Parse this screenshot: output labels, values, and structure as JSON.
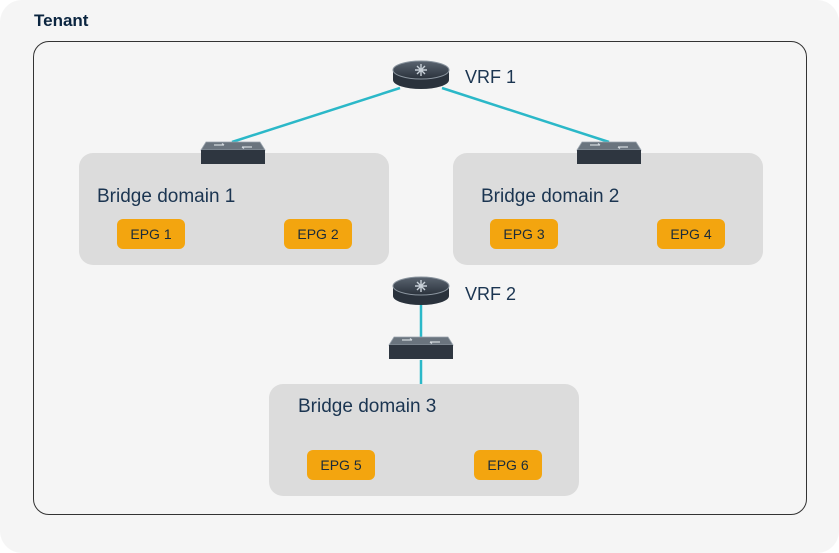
{
  "tenant": {
    "label": "Tenant"
  },
  "vrfs": [
    {
      "label": "VRF 1"
    },
    {
      "label": "VRF 2"
    }
  ],
  "bridge_domains": [
    {
      "label": "Bridge domain 1",
      "epgs": [
        "EPG 1",
        "EPG 2"
      ]
    },
    {
      "label": "Bridge domain 2",
      "epgs": [
        "EPG 3",
        "EPG 4"
      ]
    },
    {
      "label": "Bridge domain 3",
      "epgs": [
        "EPG 5",
        "EPG 6"
      ]
    }
  ],
  "colors": {
    "link": "#2bb8c8",
    "epg": "#f3a50f",
    "bridge_domain_fill": "#dcdcdc",
    "tenant_fill": "#f5f5f5",
    "device_body": "#3a4450"
  },
  "icons": {
    "vrf": "router-icon",
    "bridge_domain": "switch-icon"
  }
}
